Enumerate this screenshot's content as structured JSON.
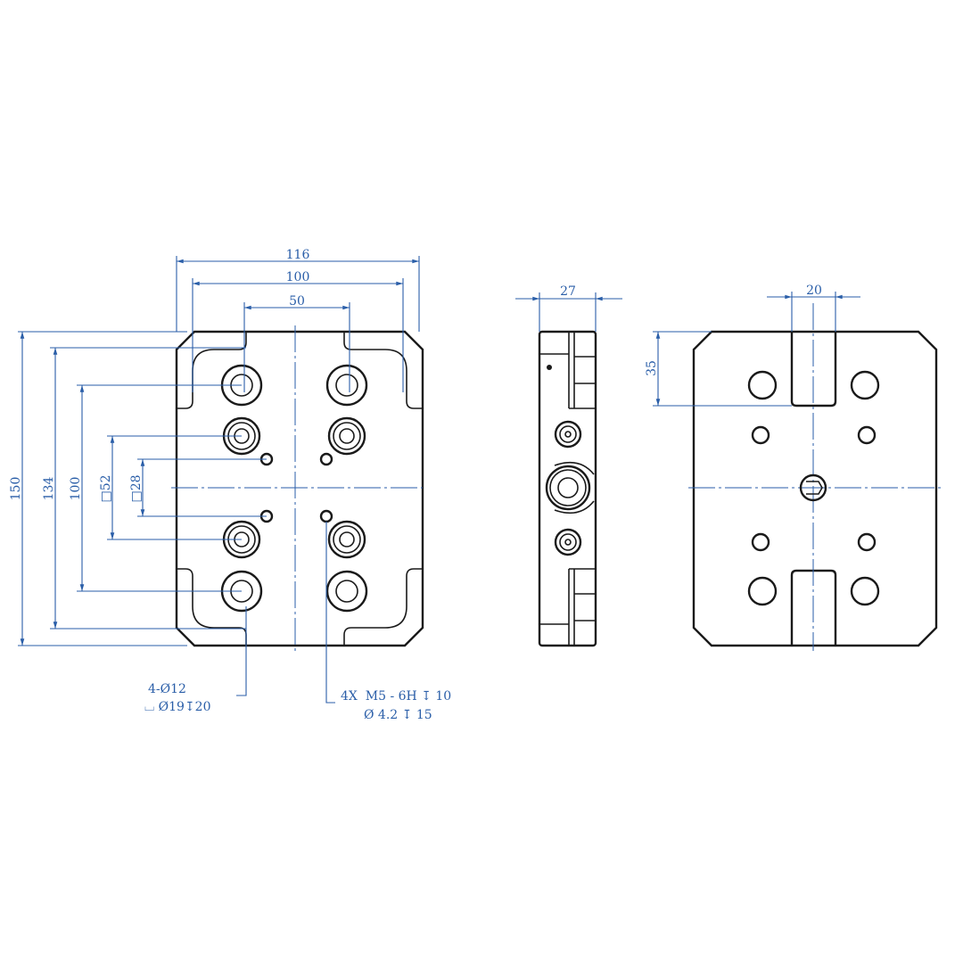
{
  "front_view": {
    "dims": {
      "width_overall": "116",
      "width_inner": "100",
      "hole_spacing_x": "50",
      "height_overall": "150",
      "height_inner": "134",
      "hole_spacing_y": "100",
      "square_52": "□52",
      "square_28": "□28"
    },
    "callout_counterbore": {
      "line1": "4-Ø12",
      "line2": "⌴ Ø19↧20"
    },
    "callout_thread": {
      "line1": "4X  M5 - 6H ↧ 10",
      "line2": "Ø 4.2 ↧ 15"
    }
  },
  "side_view": {
    "dims": {
      "thickness": "27"
    }
  },
  "rear_view": {
    "dims": {
      "slot_width": "20",
      "slot_depth": "35"
    }
  },
  "colors": {
    "dimension": "#2a5ea8",
    "part": "#1a1a1a"
  }
}
